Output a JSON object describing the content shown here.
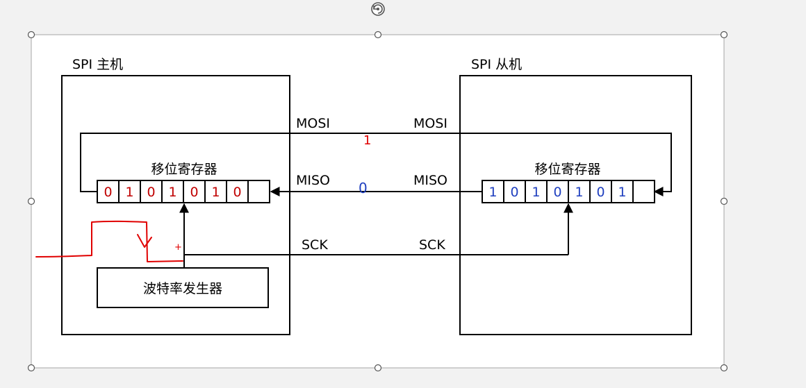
{
  "master": {
    "title": "SPI 主机",
    "register_label": "移位寄存器",
    "bits": [
      "0",
      "1",
      "0",
      "1",
      "0",
      "1",
      "0",
      ""
    ],
    "baud_label": "波特率发生器"
  },
  "slave": {
    "title": "SPI 从机",
    "register_label": "移位寄存器",
    "bits": [
      "1",
      "0",
      "1",
      "0",
      "1",
      "0",
      "1",
      ""
    ]
  },
  "lines": {
    "mosi_master": "MOSI",
    "mosi_slave": "MOSI",
    "miso_master": "MISO",
    "miso_slave": "MISO",
    "sck_master": "SCK",
    "sck_slave": "SCK"
  },
  "annotations": {
    "mosi_bit": "1",
    "miso_bit": "0",
    "edge_mark": "+"
  },
  "colors": {
    "master_bits": "#c00000",
    "slave_bits": "#1f3fbf",
    "annotation_red": "#e00000",
    "annotation_blue": "#1f3fbf",
    "line": "#000000",
    "selection_frame": "#a6a6a6",
    "background": "#f2f2f2",
    "slide": "#ffffff"
  },
  "icons": {
    "rotate_handle": "rotate-handle-icon"
  }
}
